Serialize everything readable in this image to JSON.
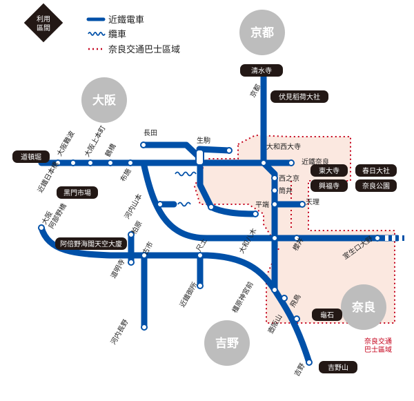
{
  "legend": {
    "badge_line1": "利用",
    "badge_line2": "區間",
    "kintetsu": "近鐵電車",
    "cable": "纜車",
    "bus_area": "奈良交通巴士區域"
  },
  "cities": {
    "kyoto": "京都",
    "osaka": "大阪",
    "nara": "奈良",
    "yoshino": "吉野"
  },
  "tags": {
    "kiyomizu": "清水寺",
    "fushimi": "伏見稻荷大社",
    "dotonbori": "道頓堀",
    "kuromon": "黑門市場",
    "abeno": "阿倍野海闊天空大廈",
    "todaiji": "東大寺",
    "kasuga": "春日大社",
    "kofukuji": "興福寺",
    "nara_park": "奈良公園",
    "kameishi": "龜石",
    "yoshinoyama": "吉野山"
  },
  "stations": {
    "kyoto": "京都",
    "yamato_saidaiji": "大和西大寺",
    "kintetsu_nara": "近鐵奈良",
    "nishinokyo": "西之京",
    "tsutsui": "筒井",
    "hirahata": "平端",
    "tenri": "天理",
    "ikoma": "生駒",
    "nagata": "長田",
    "osaka_namba": "大阪難波",
    "osaka_uehonmachi": "大阪上本町",
    "tsuruhashi": "鶴橋",
    "fuse": "布施",
    "kintetsu_nippombashi": "近鐵日本橋",
    "kawachi_yamamoto": "河内山本",
    "kashiwara": "柏原",
    "osaka_abenobashi": "大阪\n阿部野橋",
    "furuichi": "古市",
    "domyoji": "道明寺",
    "kawachi_nagano": "河内長野",
    "shakudo": "尺土",
    "kintetsu_gose": "近鐵御所",
    "yamato_yagi": "大和八木",
    "sakurai": "櫻井",
    "murouguchi_ono": "室生口大野",
    "kashiharajingumae": "橿原神宮前",
    "asuka": "飛鳥",
    "tsubosakayama": "壺阪山",
    "yoshino": "吉野"
  },
  "bus_area_label": "奈良交通\n巴士區域",
  "colors": {
    "line": "#0050a8",
    "bus_dots": "#c4001a",
    "bus_fill": "#fbe8e0",
    "city_circle": "#bdbdbd",
    "tag_bg": "#231815"
  }
}
